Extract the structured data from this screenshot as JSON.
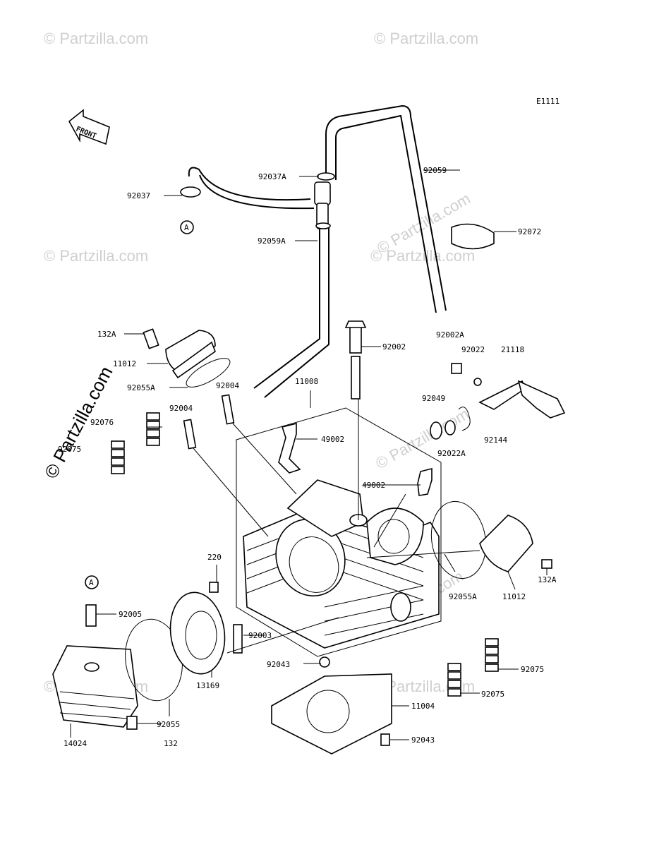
{
  "diagram_code": "E1111",
  "front_label": "FRONT",
  "ref_marker": "A",
  "watermark": "© Partzilla.com",
  "watermark_big": "© Partzilla.com",
  "labels": {
    "p92037A": "92037A",
    "p92059": "92059",
    "p92037": "92037",
    "p92072": "92072",
    "p92059A": "92059A",
    "p132A_left": "132A",
    "p92002": "92002",
    "p92002A": "92002A",
    "p92022": "92022",
    "p21118": "21118",
    "p11012_left": "11012",
    "p92055A_left": "92055A",
    "p92004_a": "92004",
    "p11008": "11008",
    "p92004_b": "92004",
    "p92049": "92049",
    "p92076": "92076",
    "p92075_left": "92075",
    "p49002_a": "49002",
    "p92144": "92144",
    "p92022A": "92022A",
    "p49002_b": "49002",
    "p220": "220",
    "p132A_right": "132A",
    "p92055A_right": "92055A",
    "p11012_right": "11012",
    "p92005": "92005",
    "p92003": "92003",
    "p92043_a": "92043",
    "p92075_r1": "92075",
    "p13169": "13169",
    "p11004": "11004",
    "p92075_r2": "92075",
    "p92055": "92055",
    "p14024": "14024",
    "p132": "132",
    "p92043_b": "92043"
  }
}
